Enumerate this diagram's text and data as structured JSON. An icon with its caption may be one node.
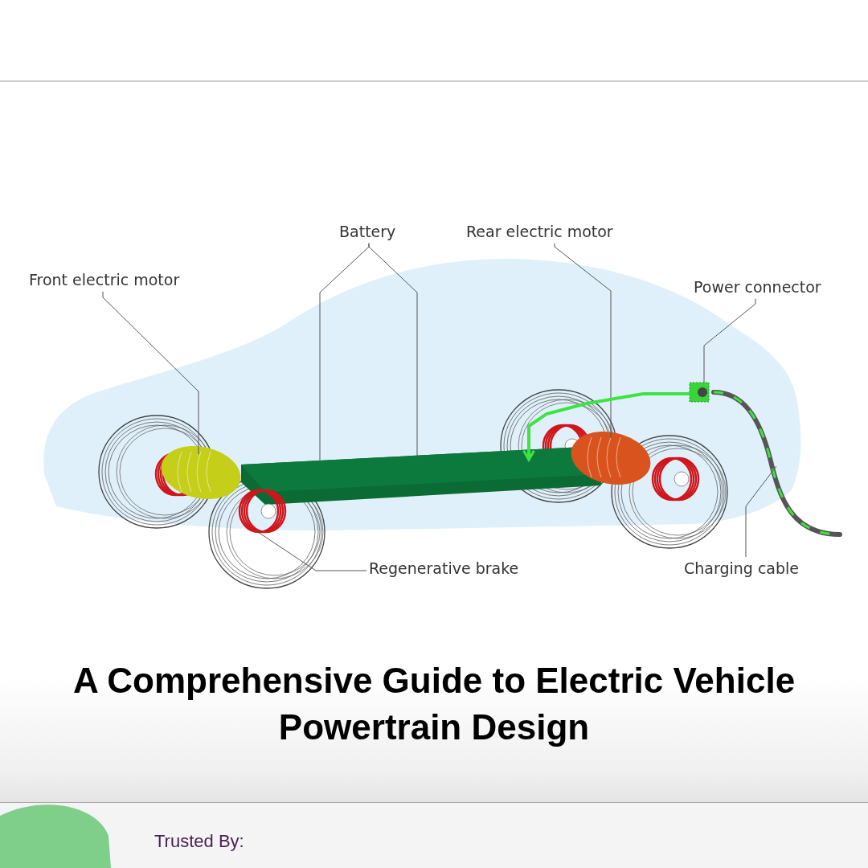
{
  "diagram": {
    "title": "A Comprehensive Guide to Electric Vehicle Powertrain Design",
    "nodes": [
      {
        "text": [
          "Front electric motor"
        ]
      },
      {
        "text": [
          "Battery"
        ]
      },
      {
        "text": [
          "Rear electric motor"
        ]
      },
      {
        "text": [
          "Power connector"
        ]
      },
      {
        "text": [
          "Regenerative brake"
        ]
      },
      {
        "text": [
          "Charging cable"
        ]
      },
      {
        "text": [],
        "shape": "picture"
      },
      {
        "text": [],
        "shape": "picture"
      },
      {
        "text": [],
        "shape": "picture"
      },
      {
        "text": [],
        "shape": "picture"
      },
      {
        "text": [],
        "shape": "picture"
      },
      {
        "text": [],
        "shape": "picture"
      }
    ],
    "edges": [
      {
        "from": 0,
        "to": 6,
        "arrow": "none"
      },
      {
        "from": 1,
        "to": 7,
        "arrow": "none"
      },
      {
        "from": 1,
        "to": 7,
        "arrow": "none"
      },
      {
        "from": 2,
        "to": 8,
        "arrow": "none"
      },
      {
        "from": 3,
        "to": 9,
        "arrow": "none"
      },
      {
        "from": 4,
        "to": 10,
        "arrow": "none"
      },
      {
        "from": 5,
        "to": 11,
        "arrow": "none"
      },
      {
        "from": 9,
        "to": 7,
        "arrow": "to",
        "style": "thick",
        "color": "#3fe33f"
      }
    ],
    "labels": [
      "Trusted By:"
    ]
  }
}
